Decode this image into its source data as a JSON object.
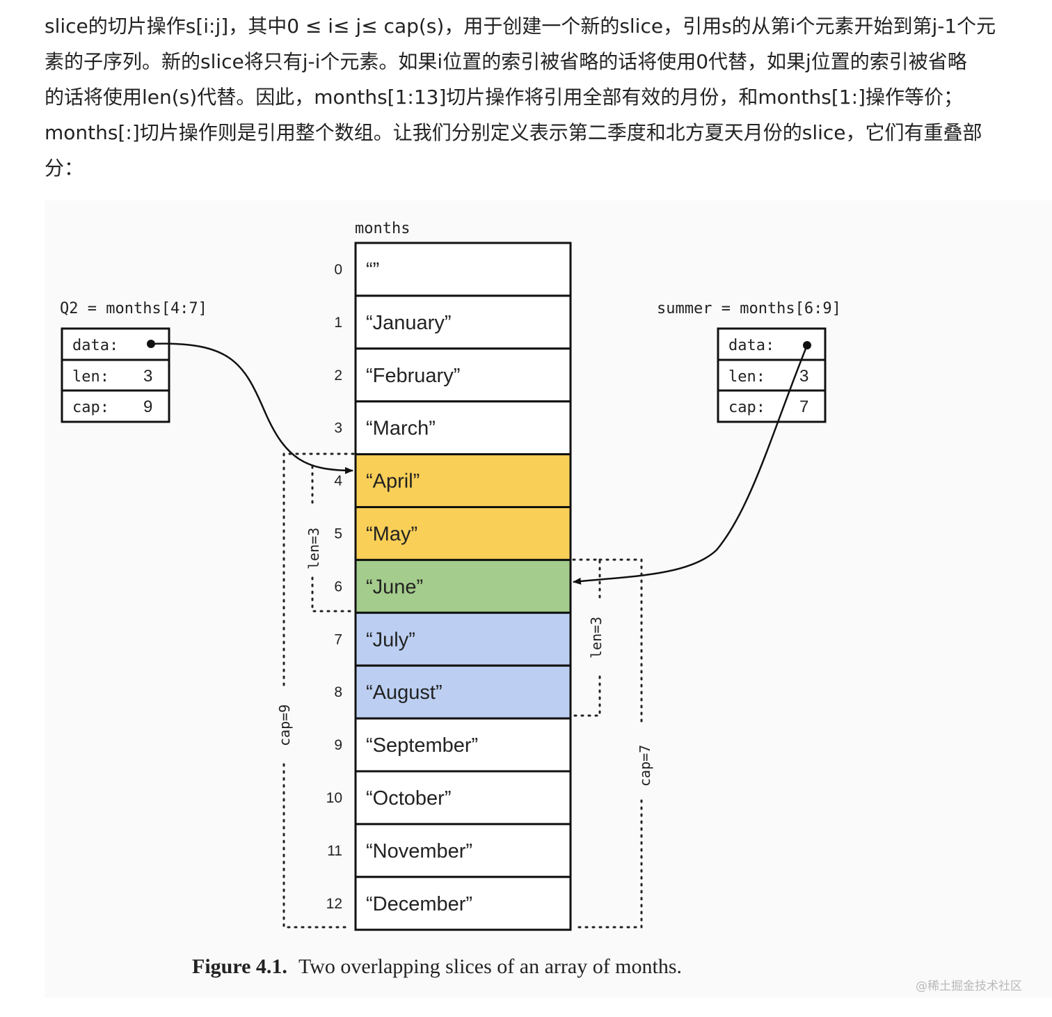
{
  "paragraph": {
    "lines": [
      "slice的切片操作s[i:j]，其中0 ≤ i≤ j≤ cap(s)，用于创建一个新的slice，引用s的从第i个元素开始到第j-1个元",
      "素的子序列。新的slice将只有j-i个元素。如果i位置的索引被省略的话将使用0代替，如果j位置的索引被省略",
      "的话将使用len(s)代替。因此，months[1:13]切片操作将引用全部有效的月份，和months[1:]操作等价；",
      "months[:]切片操作则是引用整个数组。让我们分别定义表示第二季度和北方夏天月份的slice，它们有重叠部",
      "分："
    ]
  },
  "diagram": {
    "array_label": "months",
    "cells": [
      {
        "index": "0",
        "value": "“”",
        "color": "#ffffff"
      },
      {
        "index": "1",
        "value": "“January”",
        "color": "#ffffff"
      },
      {
        "index": "2",
        "value": "“February”",
        "color": "#ffffff"
      },
      {
        "index": "3",
        "value": "“March”",
        "color": "#ffffff"
      },
      {
        "index": "4",
        "value": "“April”",
        "color": "#f9cf57"
      },
      {
        "index": "5",
        "value": "“May”",
        "color": "#f9cf57"
      },
      {
        "index": "6",
        "value": "“June”",
        "color": "#a4cc8c"
      },
      {
        "index": "7",
        "value": "“July”",
        "color": "#bccff2"
      },
      {
        "index": "8",
        "value": "“August”",
        "color": "#bccff2"
      },
      {
        "index": "9",
        "value": "“September”",
        "color": "#ffffff"
      },
      {
        "index": "10",
        "value": "“October”",
        "color": "#ffffff"
      },
      {
        "index": "11",
        "value": "“November”",
        "color": "#ffffff"
      },
      {
        "index": "12",
        "value": "“December”",
        "color": "#ffffff"
      }
    ],
    "q2": {
      "label": "Q2 = months[4:7]",
      "data_label": "data:",
      "len_label": "len:",
      "len_value": "3",
      "cap_label": "cap:",
      "cap_value": "9",
      "len_bracket": "len=3",
      "cap_bracket": "cap=9"
    },
    "summer": {
      "label": "summer = months[6:9]",
      "data_label": "data:",
      "len_label": "len:",
      "len_value": "3",
      "cap_label": "cap:",
      "cap_value": "7",
      "len_bracket": "len=3",
      "cap_bracket": "cap=7"
    },
    "caption_bold": "Figure 4.1.",
    "caption_text": "Two overlapping slices of an array of months."
  },
  "watermark": "@稀土掘金技术社区",
  "colors": {
    "april_may": "#f9cf57",
    "june": "#a4cc8c",
    "july_august": "#bccff2"
  }
}
